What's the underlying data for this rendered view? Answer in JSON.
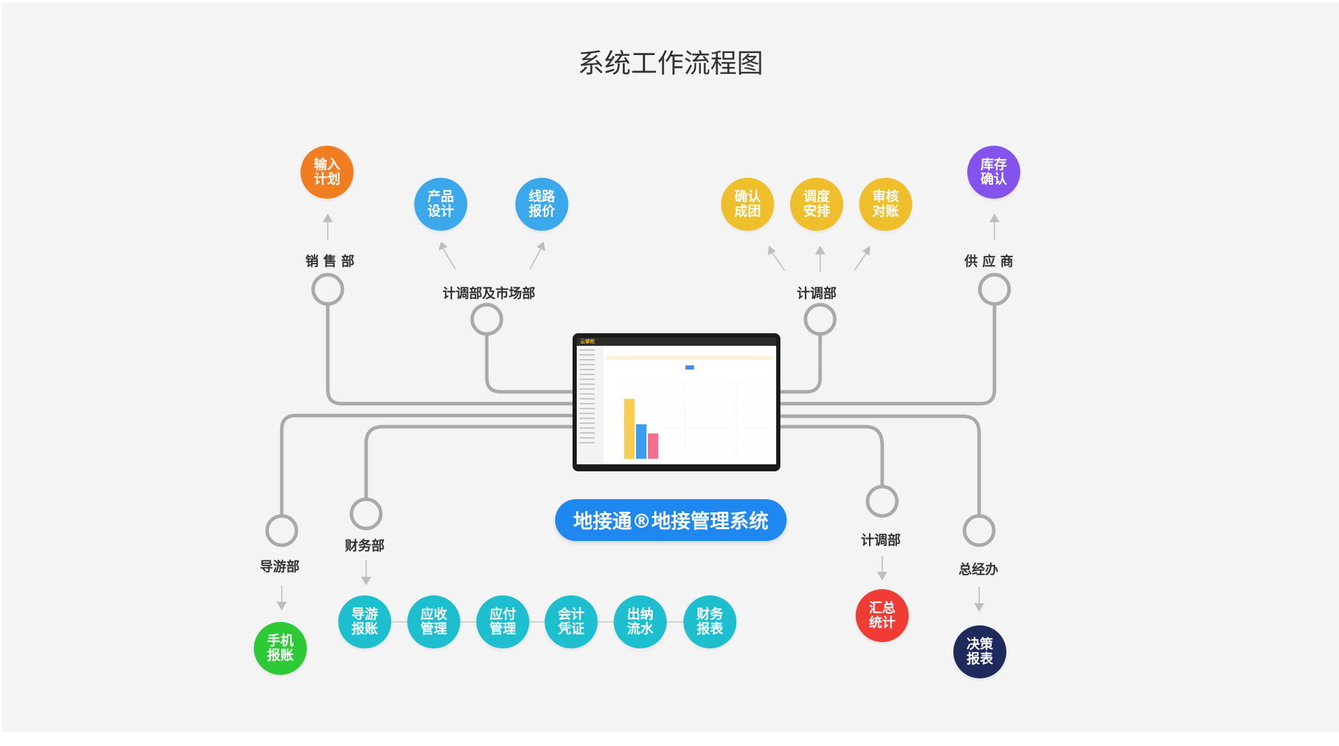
{
  "title": "系统工作流程图",
  "system_name": "地接通®地接管理系统",
  "screen_logo": "云掌柜",
  "colors": {
    "wire": "#a9a9a9",
    "orange": "#f07d21",
    "blue": "#3aa8ea",
    "yellow": "#eebf2a",
    "purple": "#8453ee",
    "teal": "#1dbfcf",
    "green": "#2ec936",
    "red": "#ef3c35",
    "navy": "#1e2a5c",
    "badge": "#1e88f0",
    "bar1": "#f9cc52",
    "bar2": "#3b9df0",
    "bar3": "#f56e8e"
  },
  "departments": {
    "sales": "销 售 部",
    "planning_marketing": "计调部及市场部",
    "planning_top": "计调部",
    "supplier": "供 应 商",
    "guide": "导游部",
    "finance": "财务部",
    "planning_bottom": "计调部",
    "gm_office": "总经办"
  },
  "nodes": {
    "input_plan": {
      "label": "输入\n计划",
      "icon": "circle-orange"
    },
    "product_design": {
      "label": "产品\n设计",
      "icon": "circle-blue"
    },
    "route_quote": {
      "label": "线路\n报价",
      "icon": "circle-blue"
    },
    "confirm_group": {
      "label": "确认\n成团",
      "icon": "circle-yellow"
    },
    "schedule": {
      "label": "调度\n安排",
      "icon": "circle-yellow"
    },
    "audit_reconcile": {
      "label": "审核\n对账",
      "icon": "circle-yellow"
    },
    "stock_confirm": {
      "label": "库存\n确认",
      "icon": "circle-purple"
    },
    "mobile_expense": {
      "label": "手机\n报账",
      "icon": "circle-green"
    },
    "guide_expense": {
      "label": "导游\n报账",
      "icon": "circle-teal"
    },
    "receivable": {
      "label": "应收\n管理",
      "icon": "circle-teal"
    },
    "payable": {
      "label": "应付\n管理",
      "icon": "circle-teal"
    },
    "voucher": {
      "label": "会计\n凭证",
      "icon": "circle-teal"
    },
    "cash_flow": {
      "label": "出纳\n流水",
      "icon": "circle-teal"
    },
    "finance_report": {
      "label": "财务\n报表",
      "icon": "circle-teal"
    },
    "summary_stats": {
      "label": "汇总\n统计",
      "icon": "circle-red"
    },
    "decision_report": {
      "label": "决策\n报表",
      "icon": "circle-navy"
    }
  },
  "chart_data": {
    "type": "bar",
    "title": "",
    "categories": [
      ""
    ],
    "series": [
      {
        "values": [
          78
        ]
      },
      {
        "values": [
          45
        ]
      },
      {
        "values": [
          33
        ]
      }
    ],
    "ylim": [
      0,
      100
    ]
  }
}
